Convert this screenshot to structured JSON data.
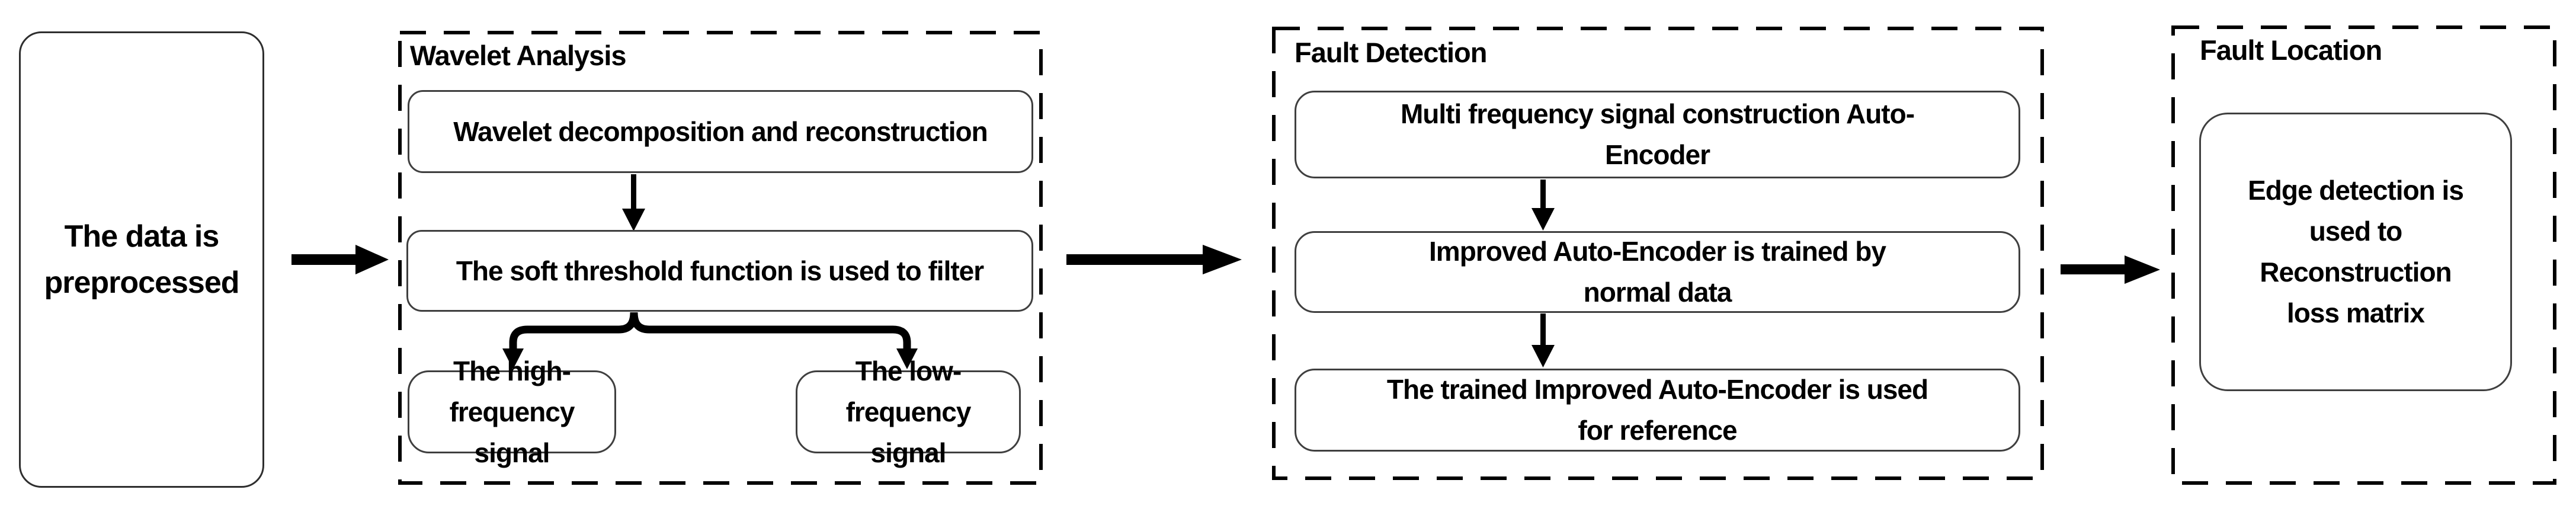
{
  "start": {
    "label": "The data is\npreprocessed"
  },
  "wavelet": {
    "title": "Wavelet Analysis",
    "decomposition": "Wavelet decomposition and reconstruction",
    "threshold": "The soft threshold function is used to filter",
    "high_frequency": "The high-frequency\nsignal",
    "low_frequency": "The low-frequency\nsignal"
  },
  "fault_detection": {
    "title": "Fault Detection",
    "autoencoder": "Multi frequency signal construction Auto-\nEncoder",
    "training": "Improved Auto-Encoder is trained by\nnormal data",
    "reference": "The trained Improved Auto-Encoder is used\nfor reference"
  },
  "fault_location": {
    "title": "Fault Location",
    "edge_detection": "Edge detection is\nused to\nReconstruction\nloss matrix"
  },
  "colors": {
    "background": "#ffffff",
    "text": "#000000",
    "box_border": "#3f3f3f",
    "dashed_border": "#000000",
    "arrow": "#000000"
  }
}
